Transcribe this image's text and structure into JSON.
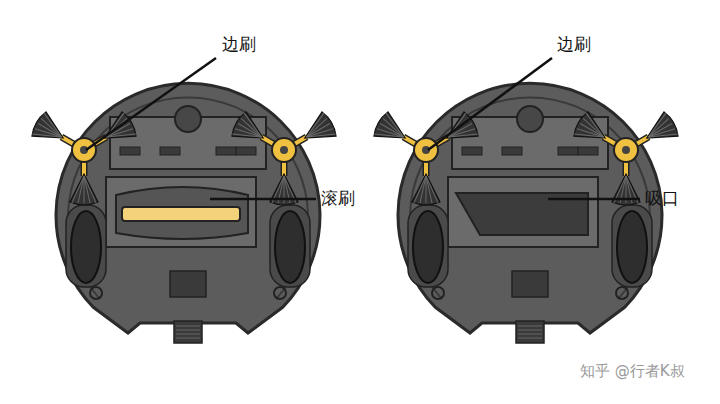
{
  "diagram": {
    "labels": [
      "边刷",
      "滚刷",
      "边刷",
      "吸口",
      "知乎 @行者K叔"
    ]
  }
}
